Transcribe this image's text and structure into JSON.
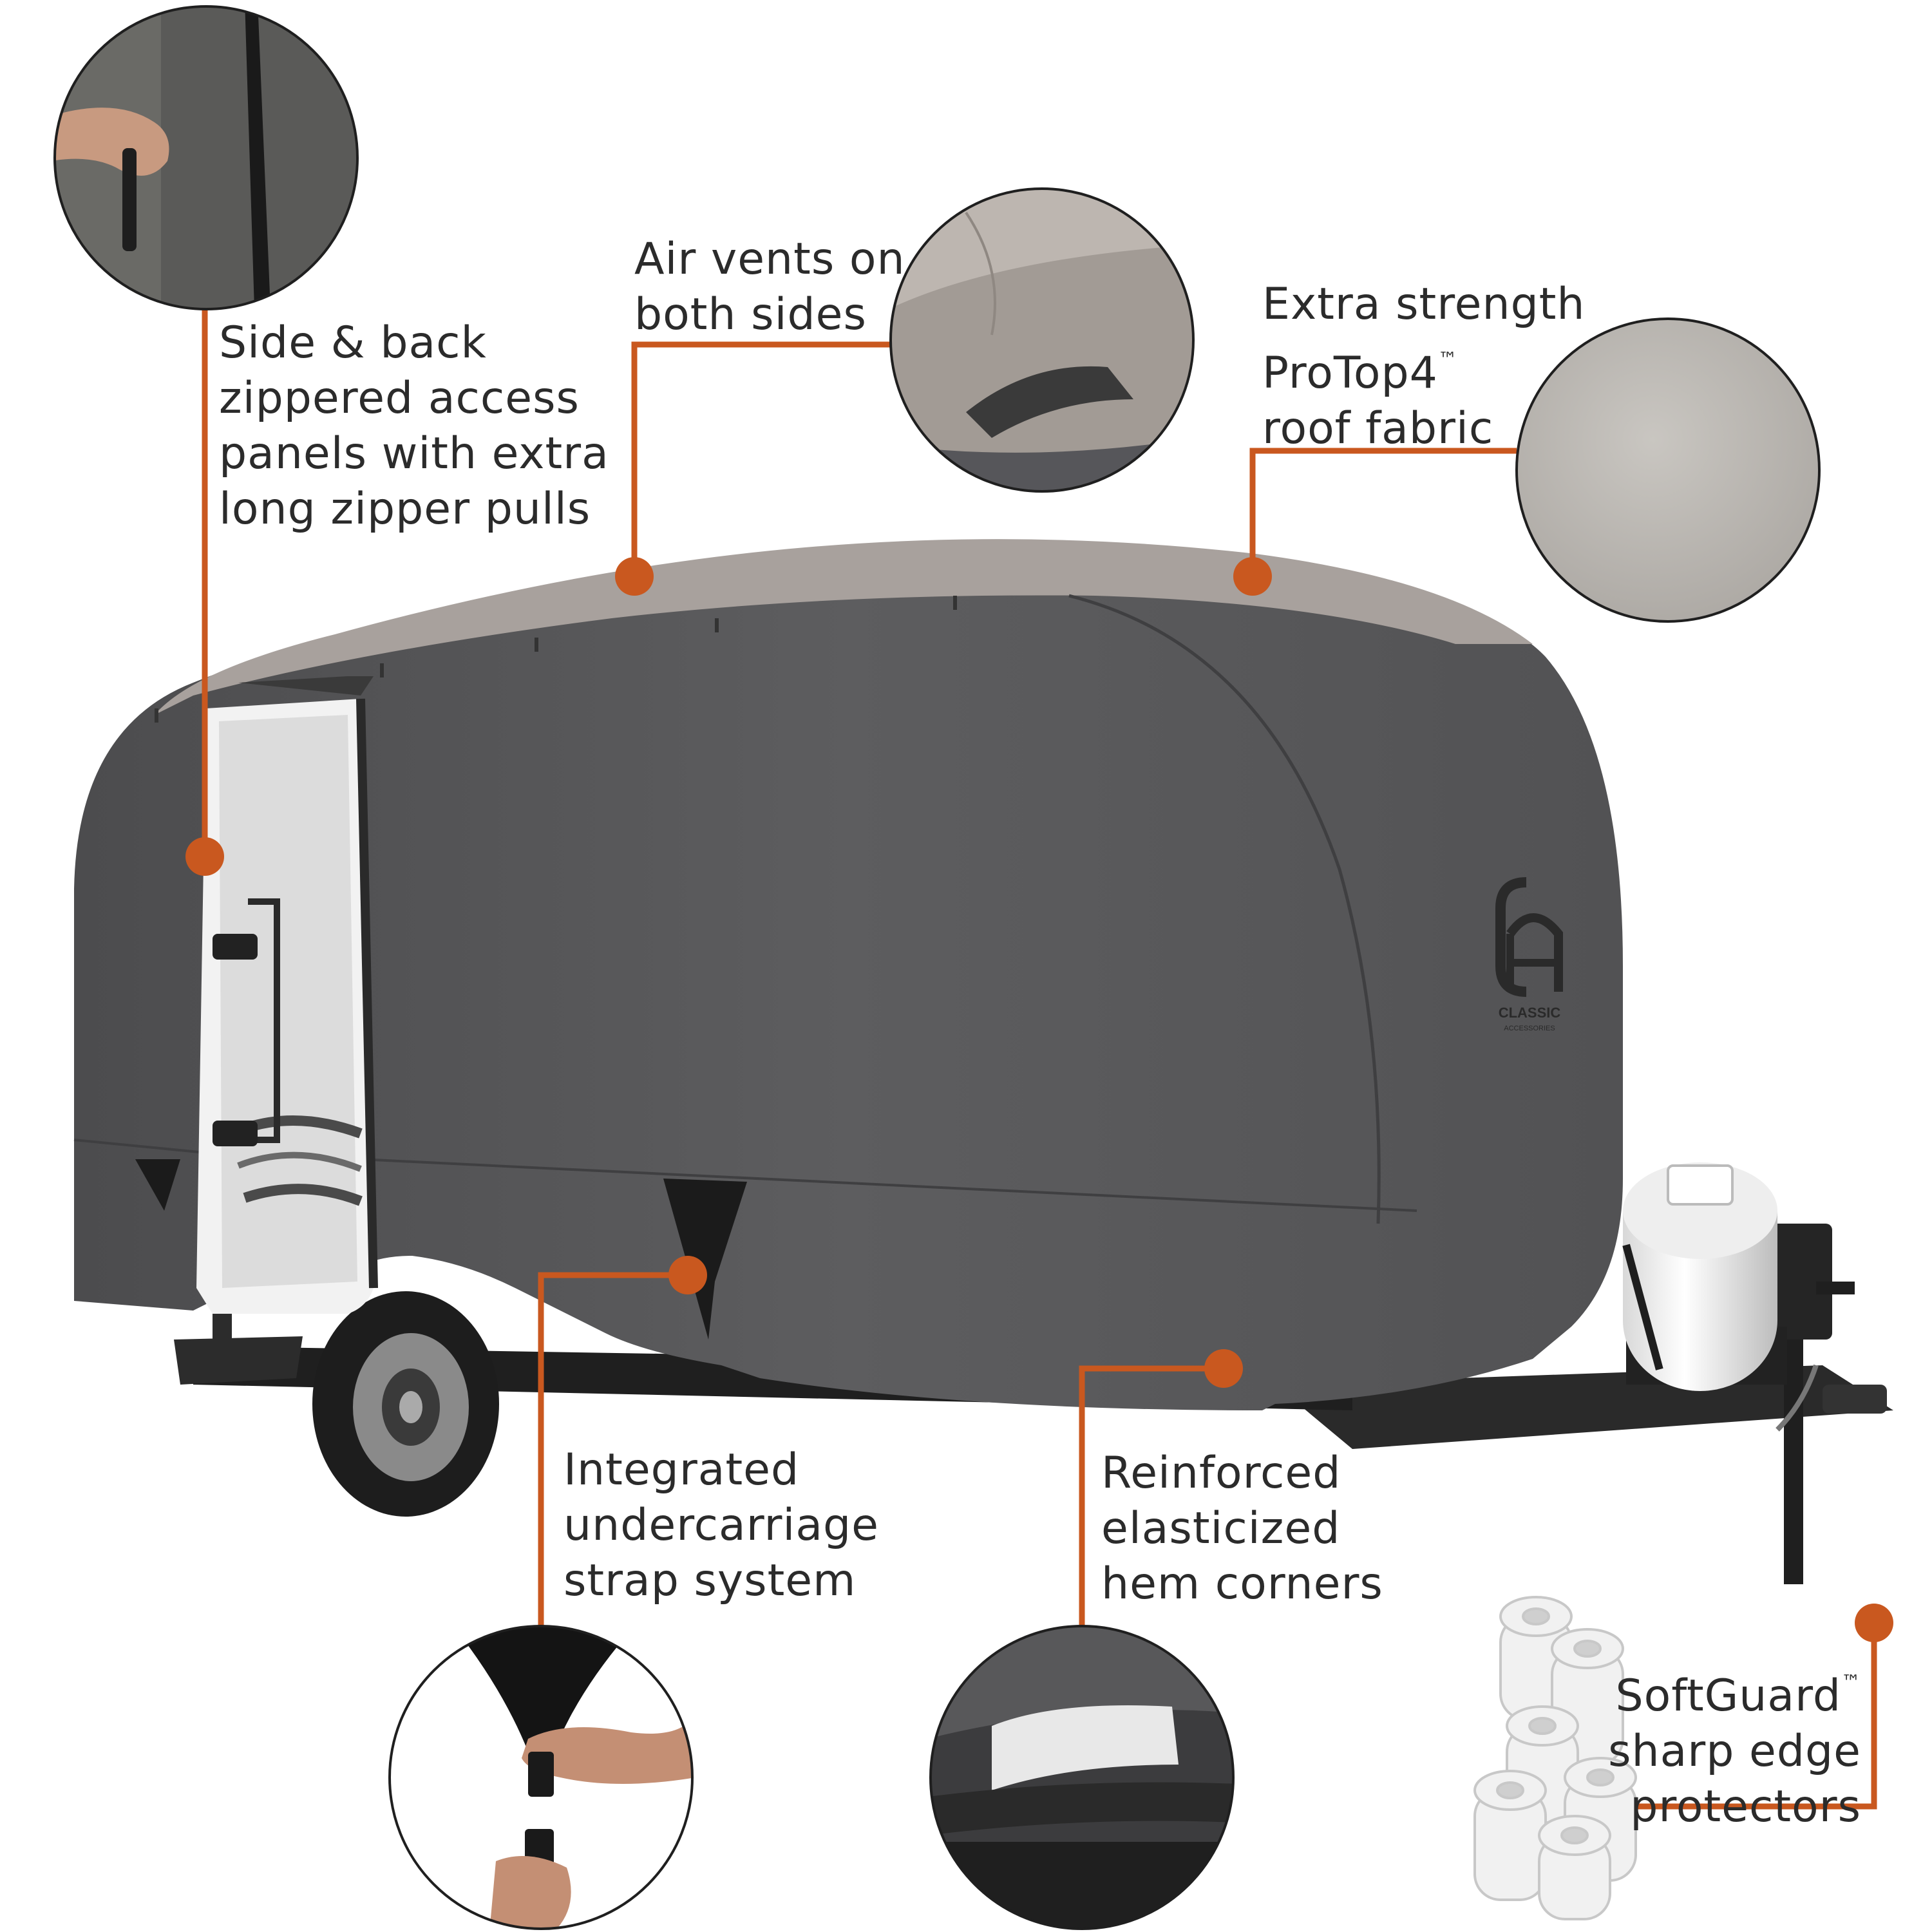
{
  "colors": {
    "accent": "#c9581f",
    "cover_dark": "#58585a",
    "cover_roof": "#a8a19d",
    "text": "#2b2b2b"
  },
  "callouts": {
    "zipper_panels": {
      "lines": [
        "Side & back",
        "zippered access",
        "panels with extra",
        "long zipper pulls"
      ]
    },
    "air_vents": {
      "lines": [
        "Air vents on",
        "both sides"
      ]
    },
    "roof_fabric": {
      "lines": [
        "Extra strength",
        "ProTop4",
        "roof fabric"
      ],
      "trademark": "™"
    },
    "strap_system": {
      "lines": [
        "Integrated",
        "undercarriage",
        "strap system"
      ]
    },
    "hem_corners": {
      "lines": [
        "Reinforced",
        "elasticized",
        "hem corners"
      ]
    },
    "edge_protectors": {
      "lines": [
        "SoftGuard",
        "sharp edge",
        "protectors"
      ],
      "trademark": "™"
    }
  },
  "logo": {
    "brand_line1": "CLASSIC",
    "brand_line2": "ACCESSORIES"
  },
  "icons": [
    "zipper-detail-photo",
    "air-vent-detail-photo",
    "roof-fabric-swatch",
    "strap-buckle-detail-photo",
    "hem-corner-detail-photo",
    "foam-protector-icon"
  ]
}
